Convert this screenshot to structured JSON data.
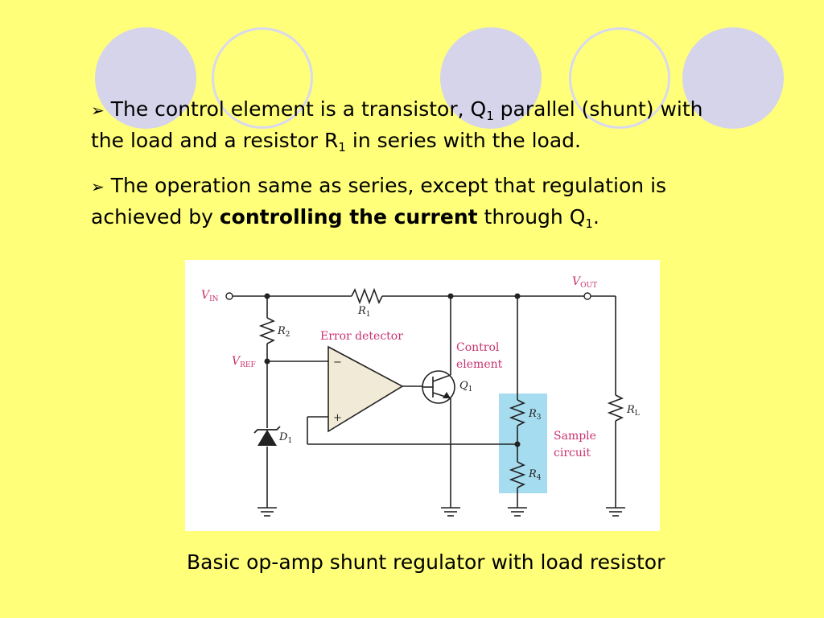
{
  "slide": {
    "bullet1": {
      "marker": "➢",
      "text_a": "The control element is a transistor, Q",
      "sub_a": "1",
      "text_b": " parallel (shunt) with the load and a resistor R",
      "sub_b": "1",
      "text_c": " in series with the load."
    },
    "bullet2": {
      "marker": "➢",
      "text_a": "The operation same as series, except that regulation is achieved by ",
      "bold": "controlling the current",
      "text_b": " through Q",
      "sub": "1",
      "text_c": "."
    },
    "caption": "Basic op-amp shunt regulator with load resistor"
  },
  "circuit": {
    "vin": "V",
    "vin_sub": "IN",
    "vout": "V",
    "vout_sub": "OUT",
    "vref": "V",
    "vref_sub": "REF",
    "r1": "R",
    "r1_sub": "1",
    "r2": "R",
    "r2_sub": "2",
    "r3": "R",
    "r3_sub": "3",
    "r4": "R",
    "r4_sub": "4",
    "rl": "R",
    "rl_sub": "L",
    "d1": "D",
    "d1_sub": "1",
    "q1": "Q",
    "q1_sub": "1",
    "error_detector": "Error detector",
    "control_line1": "Control",
    "control_line2": "element",
    "sample_line1": "Sample",
    "sample_line2": "circuit",
    "minus": "−",
    "plus": "+"
  },
  "colors": {
    "background": "#ffff7a",
    "decor_circle": "#d5d4ea",
    "label_magenta": "#c8326e",
    "sample_highlight": "#a6dcef",
    "opamp_fill": "#f1ead6"
  }
}
